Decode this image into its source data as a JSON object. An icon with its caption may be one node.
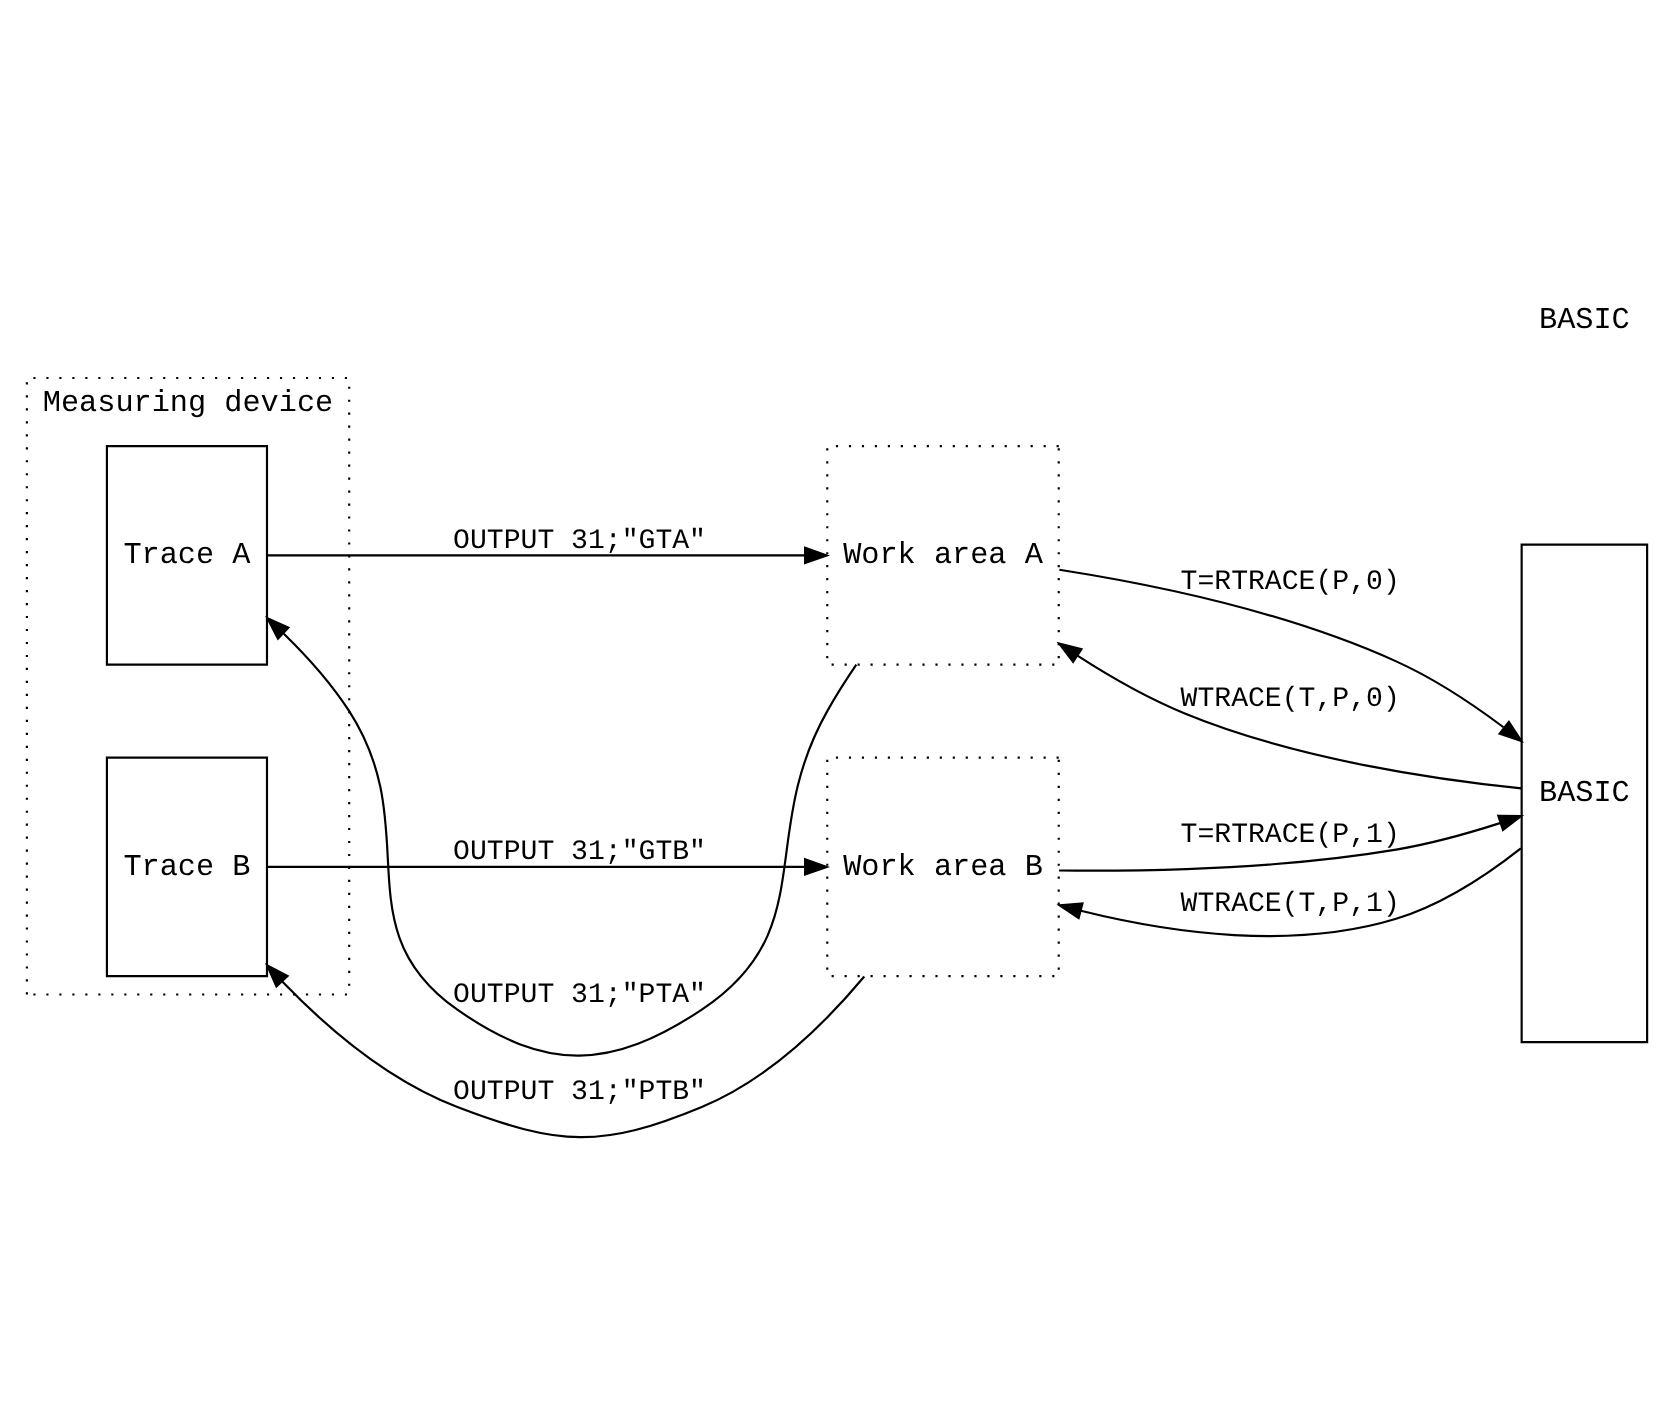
{
  "diagram": {
    "nodes": [
      {
        "text": [
          "Measuring device"
        ]
      },
      {
        "text": [
          "Trace A"
        ],
        "in": 0
      },
      {
        "text": [
          "Trace B"
        ],
        "in": 0
      },
      {
        "text": [
          "Work area A"
        ]
      },
      {
        "text": [
          "Work area B"
        ]
      },
      {
        "text": [
          "BASIC"
        ]
      }
    ],
    "edges": [
      {
        "from": 1,
        "to": 3,
        "arrow": "to",
        "label": "OUTPUT 31;\"GTA\""
      },
      {
        "from": 3,
        "to": 1,
        "arrow": "to",
        "label": "OUTPUT 31;\"PTA\""
      },
      {
        "from": 3,
        "to": 5,
        "arrow": "to",
        "label": "T=RTRACE(P,0)"
      },
      {
        "from": 5,
        "to": 3,
        "arrow": "to",
        "label": "WTRACE(T,P,0)"
      },
      {
        "from": 2,
        "to": 4,
        "arrow": "to",
        "label": "OUTPUT 31;\"GTB\""
      },
      {
        "from": 4,
        "to": 2,
        "arrow": "to",
        "label": "OUTPUT 31;\"PTB\""
      },
      {
        "from": 4,
        "to": 5,
        "arrow": "to",
        "label": "T=RTRACE(P,1)"
      },
      {
        "from": 5,
        "to": 4,
        "arrow": "to",
        "label": "WTRACE(T,P,1)"
      }
    ],
    "labels": [
      "BASIC"
    ]
  }
}
